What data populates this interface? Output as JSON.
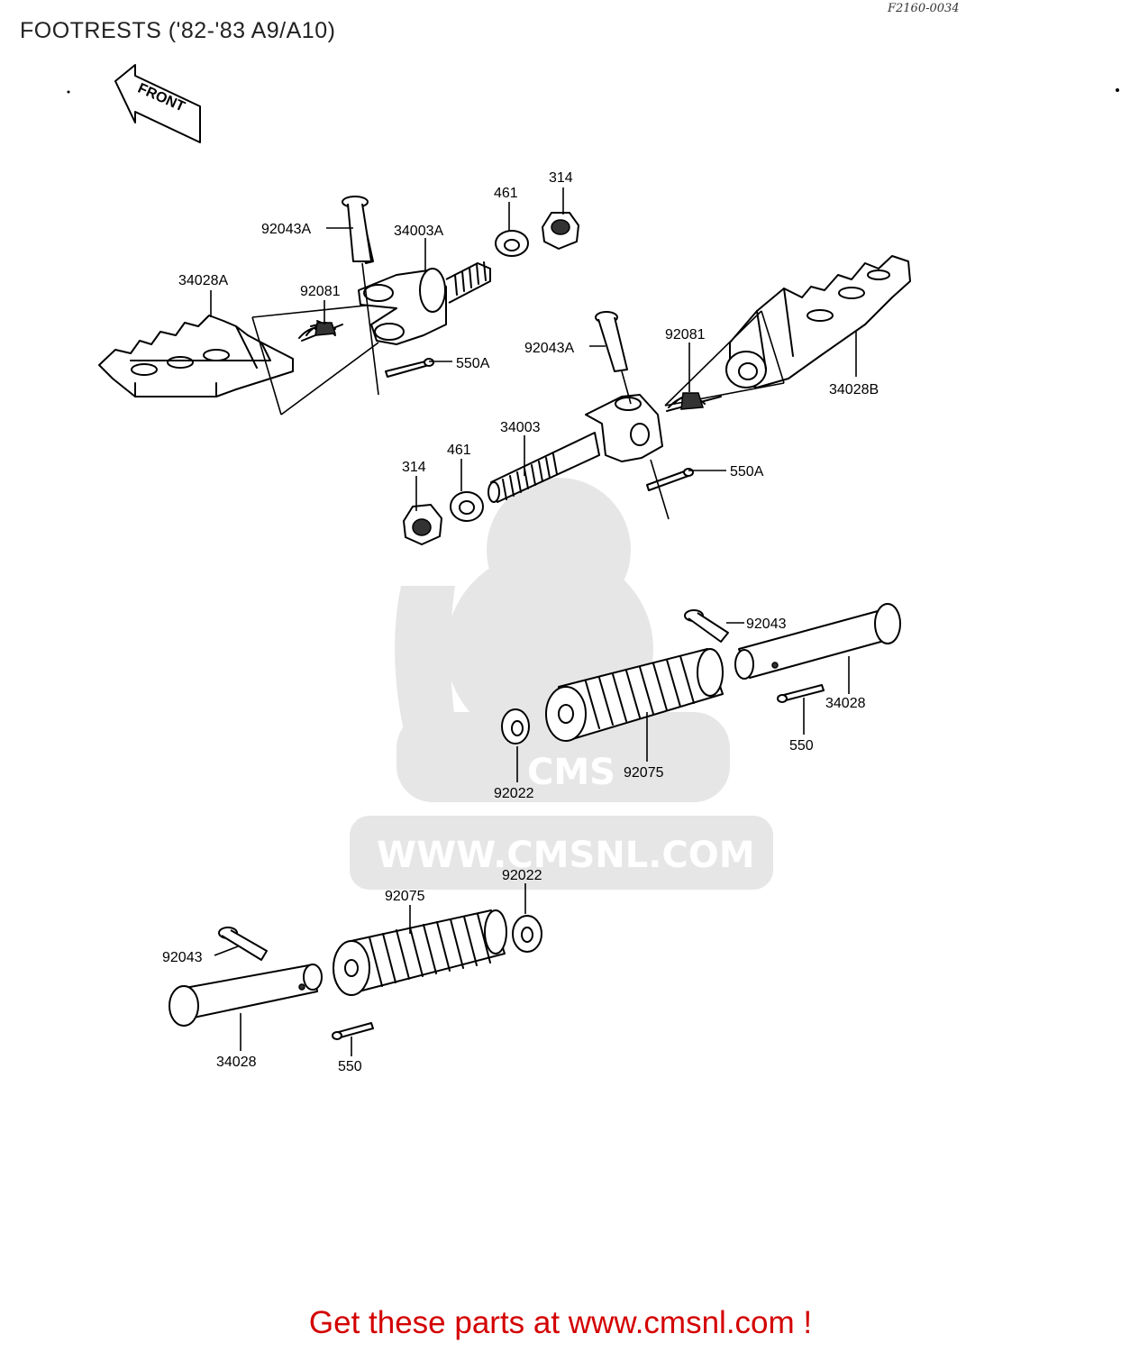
{
  "title": "FOOTRESTS ('82-'83 A9/A10)",
  "figure_code": "F2160-0034",
  "front_arrow_label": "FRONT",
  "watermark_text": "WWW.CMSNL.COM",
  "watermark_logo_text": "CMS",
  "footer_link": "Get these parts at www.cmsnl.com !",
  "callouts": {
    "c314_top": "314",
    "c461_top": "461",
    "c92043A_left": "92043A",
    "c34003A": "34003A",
    "c34028A": "34028A",
    "c92081_left": "92081",
    "c550A_left": "550A",
    "c92043A_right": "92043A",
    "c92081_right": "92081",
    "c34028B": "34028B",
    "c34003": "34003",
    "c461_mid": "461",
    "c314_mid": "314",
    "c550A_right": "550A",
    "c92043_upper": "92043",
    "c34028_upper": "34028",
    "c550_upper": "550",
    "c92075_upper": "92075",
    "c92022_upper": "92022",
    "c92022_lower": "92022",
    "c92075_lower": "92075",
    "c92043_lower": "92043",
    "c34028_lower": "34028",
    "c550_lower": "550"
  }
}
